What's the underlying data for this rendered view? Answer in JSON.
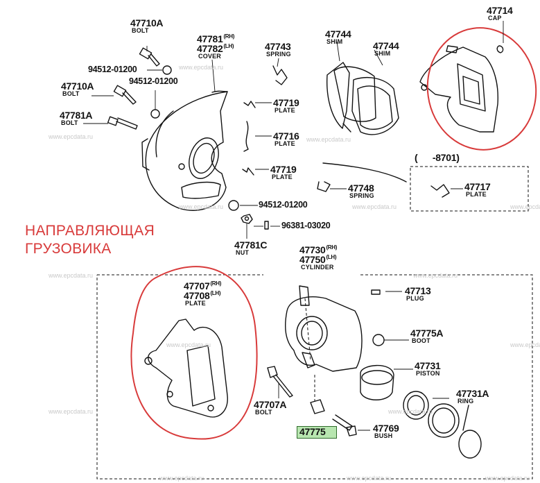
{
  "annotation": {
    "line1": "НАПРАВЛЯЮЩАЯ",
    "line2": "ГРУЗОВИКА",
    "color": "#d83a3a"
  },
  "parts": {
    "p47710A_top": {
      "num": "47710A",
      "name": "BOLT"
    },
    "p94512_a": {
      "num": "94512-01200"
    },
    "p47710A_left": {
      "num": "47710A",
      "name": "BOLT"
    },
    "p94512_b": {
      "num": "94512-01200"
    },
    "p47781A": {
      "num": "47781A",
      "name": "BOLT"
    },
    "p47781": {
      "num": "47781",
      "sup": "(RH)"
    },
    "p47782": {
      "num": "47782",
      "sup": "(LH)",
      "name": "COVER"
    },
    "p47743": {
      "num": "47743",
      "name": "SPRING"
    },
    "p47744_a": {
      "num": "47744",
      "name": "SHIM"
    },
    "p47744_b": {
      "num": "47744",
      "name": "SHIM"
    },
    "p47714": {
      "num": "47714",
      "name": "CAP"
    },
    "p47719_a": {
      "num": "47719",
      "name": "PLATE"
    },
    "p47716": {
      "num": "47716",
      "name": "PLATE"
    },
    "p47719_b": {
      "num": "47719",
      "name": "PLATE"
    },
    "p8701": {
      "num": "(      -8701)"
    },
    "p47717": {
      "num": "47717",
      "name": "PLATE"
    },
    "p47748": {
      "num": "47748",
      "name": "SPRING"
    },
    "p94512_c": {
      "num": "94512-01200"
    },
    "p96381": {
      "num": "96381-03020"
    },
    "p47781C": {
      "num": "47781C",
      "name": "NUT"
    },
    "p47730": {
      "num": "47730",
      "sup": "(RH)"
    },
    "p47750": {
      "num": "47750",
      "sup": "(LH)",
      "name": "CYLINDER"
    },
    "p47707": {
      "num": "47707",
      "sup": "(RH)"
    },
    "p47708": {
      "num": "47708",
      "sup": "(LH)",
      "name": "PLATE"
    },
    "p47713": {
      "num": "47713",
      "name": "PLUG"
    },
    "p47775A": {
      "num": "47775A",
      "name": "BOOT"
    },
    "p47731": {
      "num": "47731",
      "name": "PISTON"
    },
    "p47707A": {
      "num": "47707A",
      "name": "BOLT"
    },
    "p47775": {
      "num": "47775"
    },
    "p47769": {
      "num": "47769",
      "name": "BUSH"
    },
    "p47731A": {
      "num": "47731A",
      "name": "RING"
    }
  },
  "watermark": "www.epcdata.ru",
  "highlight_color": "#b8e6b0"
}
